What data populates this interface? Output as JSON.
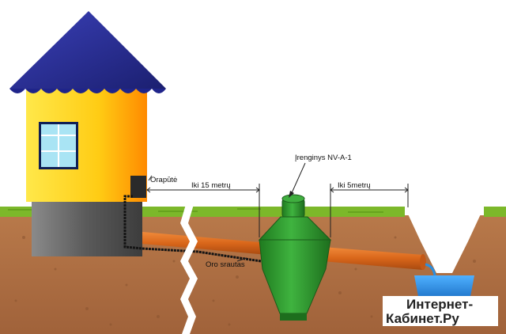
{
  "labels": {
    "blower": "Orapūtė",
    "distance_house": "Iki 15 metrų",
    "device": "Įrenginys NV-A-1",
    "distance_ditch": "Iki 5metrų",
    "air_flow": "Oro srautas"
  },
  "watermark": {
    "line1": "Интернет-",
    "line2": "Кабинет.Ру"
  },
  "colors": {
    "roof": "#2b2f95",
    "walls": "#ffd11a",
    "foundation": "#5f5f5f",
    "grass": "#7cb82a",
    "soil": "#a96b3f",
    "pipe": "#d9661a",
    "tank": "#2e9a2e",
    "water": "#2a8fe0"
  }
}
